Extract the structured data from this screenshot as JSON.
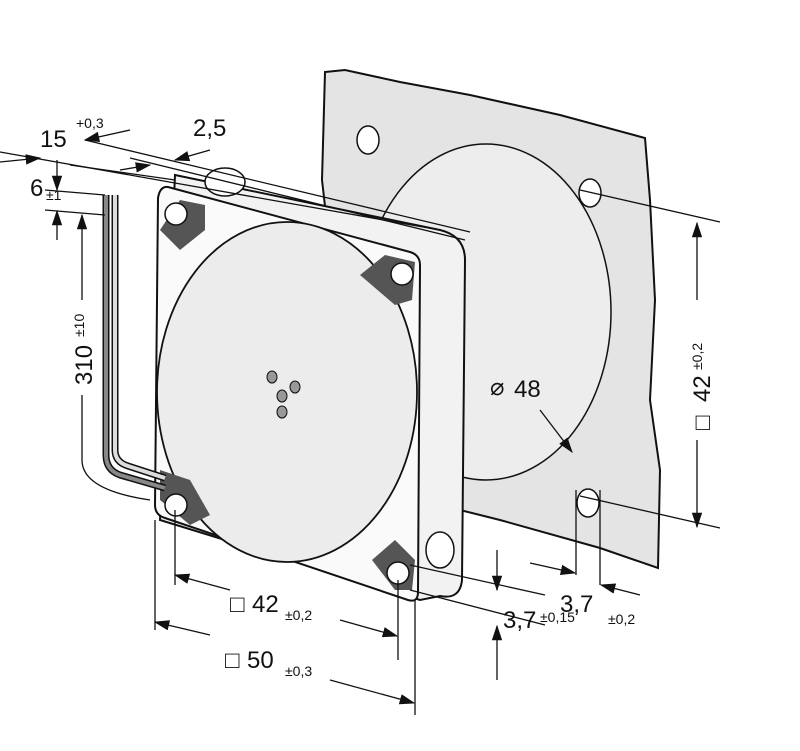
{
  "drawing": {
    "depth": {
      "value": "15",
      "tol": "+0,3"
    },
    "flange": {
      "value": "2,5"
    },
    "lead_offset": {
      "value": "6",
      "tol": "±1"
    },
    "lead_length": {
      "value": "310",
      "tol": "±10"
    },
    "cutout_square": {
      "symbol": "□",
      "value": "42",
      "tol": "±0,2"
    },
    "cutout_diameter": {
      "symbol": "⌀",
      "value": "48"
    },
    "cutout_hole": {
      "value": "3,7",
      "tol": "±0,2"
    },
    "fan_hole": {
      "value": "3,7",
      "tol": "±0,15"
    },
    "hole_spacing": {
      "symbol": "□",
      "value": "42",
      "tol": "±0,2"
    },
    "frame_size": {
      "symbol": "□",
      "value": "50",
      "tol": "±0,3"
    }
  },
  "colors": {
    "plate": "#e4e4e4",
    "face": "#ececec",
    "pad": "#555555"
  }
}
